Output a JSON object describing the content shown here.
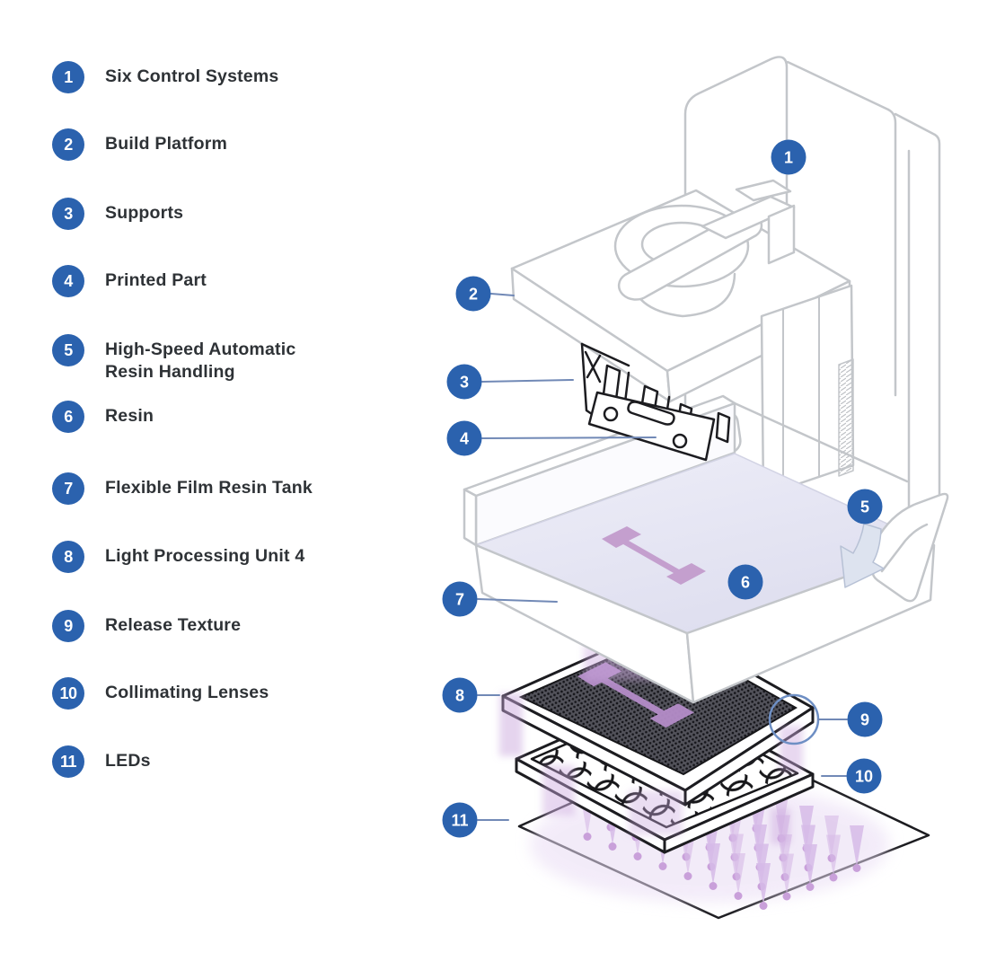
{
  "colors": {
    "accent_blue": "#2b62ae",
    "leader_blue": "#7189b6",
    "outline_gray": "#c3c6ca",
    "outline_dark": "#1c1c20",
    "resin_lavender": "#e6e6f3",
    "part_purple": "#c49fce",
    "silhouette_purple": "#b48cc8",
    "glow_purple": "#cba9de",
    "lpu_dark": "#52525a",
    "arrow_fill": "#dde3ef"
  },
  "legend": {
    "items": [
      {
        "num": "1",
        "label": "Six Control Systems"
      },
      {
        "num": "2",
        "label": "Build Platform"
      },
      {
        "num": "3",
        "label": "Supports"
      },
      {
        "num": "4",
        "label": "Printed Part"
      },
      {
        "num": "5",
        "label": "High-Speed Automatic\nResin Handling"
      },
      {
        "num": "6",
        "label": "Resin"
      },
      {
        "num": "7",
        "label": "Flexible Film Resin Tank"
      },
      {
        "num": "8",
        "label": "Light Processing Unit 4"
      },
      {
        "num": "9",
        "label": "Release Texture"
      },
      {
        "num": "10",
        "label": "Collimating Lenses"
      },
      {
        "num": "11",
        "label": "LEDs"
      }
    ]
  }
}
